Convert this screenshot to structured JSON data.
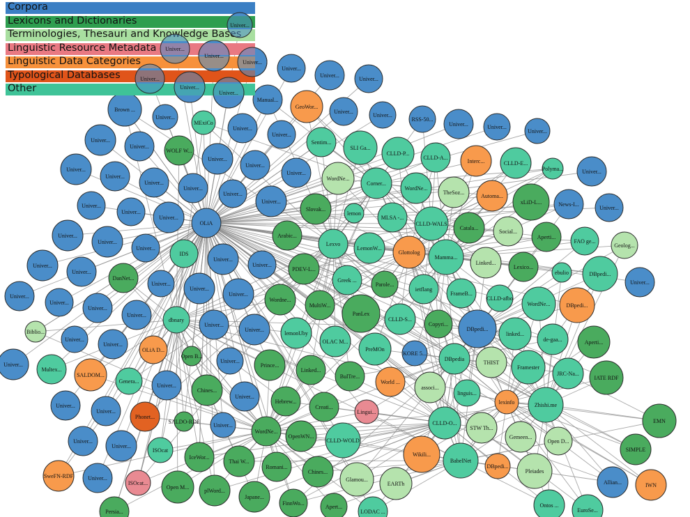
{
  "legend": [
    {
      "label": "Corpora",
      "color": "#3b7fc4"
    },
    {
      "label": "Lexicons and Dictionaries",
      "color": "#2e9e4f"
    },
    {
      "label": "Terminologies, Thesauri and Knowledge Bases",
      "color": "#a9dfa0"
    },
    {
      "label": "Linguistic Resource Metadata",
      "color": "#e97982"
    },
    {
      "label": "Linguistic Data Categories",
      "color": "#f7913b"
    },
    {
      "label": "Typological Databases",
      "color": "#e0541a"
    },
    {
      "label": "Other",
      "color": "#3fc398"
    }
  ],
  "category_colors": {
    "C": "#4a8dc9",
    "L": "#4aab5e",
    "T": "#b5e3ad",
    "M": "#e98a92",
    "D": "#f89a4c",
    "Y": "#e26222",
    "O": "#4fcb9f"
  },
  "nodes": [
    {
      "label": "OLiA",
      "cat": "C"
    },
    {
      "label": "dbnary",
      "cat": "O"
    },
    {
      "label": "DBpedia",
      "cat": "O"
    },
    {
      "label": "BabelNet",
      "cat": "O"
    },
    {
      "label": "WordNe...",
      "cat": "L"
    },
    {
      "label": "lexinfo",
      "cat": "D"
    },
    {
      "label": "Lexvo",
      "cat": "O"
    },
    {
      "label": "Glottolog",
      "cat": "D"
    },
    {
      "label": "GeoWor...",
      "cat": "D"
    },
    {
      "label": "Univer...",
      "cat": "C"
    },
    {
      "label": "Brown ...",
      "cat": "C"
    },
    {
      "label": "MExiCo",
      "cat": "O"
    },
    {
      "label": "WOLF W...",
      "cat": "L"
    },
    {
      "label": "Manual...",
      "cat": "C"
    },
    {
      "label": "Sentim...",
      "cat": "O"
    },
    {
      "label": "SLI Ga...",
      "cat": "O"
    },
    {
      "label": "CLLD-P...",
      "cat": "O"
    },
    {
      "label": "CLLD-A...",
      "cat": "O"
    },
    {
      "label": "Interc...",
      "cat": "D"
    },
    {
      "label": "CLLD-E...",
      "cat": "O"
    },
    {
      "label": "Polyma...",
      "cat": "O"
    },
    {
      "label": "RSS-50...",
      "cat": "C"
    },
    {
      "label": "WordNe...",
      "cat": "T"
    },
    {
      "label": "Corner...",
      "cat": "O"
    },
    {
      "label": "WordNe...",
      "cat": "O"
    },
    {
      "label": "TheSoz...",
      "cat": "T"
    },
    {
      "label": "Automa...",
      "cat": "D"
    },
    {
      "label": "xLiD-L...",
      "cat": "L"
    },
    {
      "label": "News-I...",
      "cat": "C"
    },
    {
      "label": "Slovak...",
      "cat": "L"
    },
    {
      "label": "lemon",
      "cat": "O"
    },
    {
      "label": "MLSA -...",
      "cat": "O"
    },
    {
      "label": "CLLD-WALS",
      "cat": "O"
    },
    {
      "label": "Catala...",
      "cat": "L"
    },
    {
      "label": "Social...",
      "cat": "T"
    },
    {
      "label": "Aperti...",
      "cat": "L"
    },
    {
      "label": "FAO ge...",
      "cat": "O"
    },
    {
      "label": "Geolog...",
      "cat": "T"
    },
    {
      "label": "Arabic...",
      "cat": "L"
    },
    {
      "label": "LemonW...",
      "cat": "O"
    },
    {
      "label": "Mamma...",
      "cat": "O"
    },
    {
      "label": "Linked...",
      "cat": "T"
    },
    {
      "label": "Lexico...",
      "cat": "L"
    },
    {
      "label": "ebulio",
      "cat": "O"
    },
    {
      "label": "DBpedi...",
      "cat": "O"
    },
    {
      "label": "IDS",
      "cat": "O"
    },
    {
      "label": "DanNet...",
      "cat": "L"
    },
    {
      "label": "PDEV-L...",
      "cat": "L"
    },
    {
      "label": "Greek ...",
      "cat": "O"
    },
    {
      "label": "Parole...",
      "cat": "L"
    },
    {
      "label": "ietflang",
      "cat": "O"
    },
    {
      "label": "FrameB...",
      "cat": "O"
    },
    {
      "label": "CLLD-afbo",
      "cat": "O"
    },
    {
      "label": "WordNe...",
      "cat": "O"
    },
    {
      "label": "DBpedi...",
      "cat": "D"
    },
    {
      "label": "Wordne...",
      "cat": "L"
    },
    {
      "label": "MultiW...",
      "cat": "L"
    },
    {
      "label": "PanLex",
      "cat": "L"
    },
    {
      "label": "CLLD-S...",
      "cat": "O"
    },
    {
      "label": "Copyri...",
      "cat": "L"
    },
    {
      "label": "DBpedi...",
      "cat": "C"
    },
    {
      "label": "linked...",
      "cat": "O"
    },
    {
      "label": "de-gaa...",
      "cat": "O"
    },
    {
      "label": "Aperti...",
      "cat": "L"
    },
    {
      "label": "Biblio...",
      "cat": "T"
    },
    {
      "label": "lemonUby",
      "cat": "O"
    },
    {
      "label": "OLAC M...",
      "cat": "O"
    },
    {
      "label": "PreMOn",
      "cat": "O"
    },
    {
      "label": "KORE 5...",
      "cat": "C"
    },
    {
      "label": "THIST",
      "cat": "T"
    },
    {
      "label": "Framester",
      "cat": "O"
    },
    {
      "label": "JRC-Na...",
      "cat": "O"
    },
    {
      "label": "IATE RDF",
      "cat": "L"
    },
    {
      "label": "OLiA D...",
      "cat": "D"
    },
    {
      "label": "Open B...",
      "cat": "L"
    },
    {
      "label": "Multex...",
      "cat": "O"
    },
    {
      "label": "SALDOM...",
      "cat": "D"
    },
    {
      "label": "Genera...",
      "cat": "O"
    },
    {
      "label": "Prince...",
      "cat": "L"
    },
    {
      "label": "Linked...",
      "cat": "L"
    },
    {
      "label": "BulTre...",
      "cat": "L"
    },
    {
      "label": "World ...",
      "cat": "D"
    },
    {
      "label": "associ...",
      "cat": "T"
    },
    {
      "label": "linguis...",
      "cat": "O"
    },
    {
      "label": "Chines...",
      "cat": "L"
    },
    {
      "label": "Hebrew...",
      "cat": "L"
    },
    {
      "label": "Lingui...",
      "cat": "M"
    },
    {
      "label": "Creati...",
      "cat": "L"
    },
    {
      "label": "Zhishi.me",
      "cat": "O"
    },
    {
      "label": "Phonet...",
      "cat": "Y"
    },
    {
      "label": "SALDO-RDF",
      "cat": "L"
    },
    {
      "label": "CLLD-O...",
      "cat": "O"
    },
    {
      "label": "STW Th...",
      "cat": "T"
    },
    {
      "label": "Gemeen...",
      "cat": "T"
    },
    {
      "label": "Open D...",
      "cat": "T"
    },
    {
      "label": "EMN",
      "cat": "L"
    },
    {
      "label": "SIMPLE",
      "cat": "L"
    },
    {
      "label": "ISOcat",
      "cat": "O"
    },
    {
      "label": "IceWor...",
      "cat": "L"
    },
    {
      "label": "OpenWN...",
      "cat": "L"
    },
    {
      "label": "CLLD-WOLD",
      "cat": "O"
    },
    {
      "label": "Wikili...",
      "cat": "D"
    },
    {
      "label": "DBpedi...",
      "cat": "D"
    },
    {
      "label": "SweFN-RDF",
      "cat": "D"
    },
    {
      "label": "ISOcat...",
      "cat": "M"
    },
    {
      "label": "Open M...",
      "cat": "L"
    },
    {
      "label": "plWord...",
      "cat": "L"
    },
    {
      "label": "Thai W...",
      "cat": "L"
    },
    {
      "label": "Romani...",
      "cat": "L"
    },
    {
      "label": "Chines...",
      "cat": "L"
    },
    {
      "label": "Glamou...",
      "cat": "T"
    },
    {
      "label": "EARTh",
      "cat": "T"
    },
    {
      "label": "Pleiades",
      "cat": "T"
    },
    {
      "label": "Allian...",
      "cat": "C"
    },
    {
      "label": "IWN",
      "cat": "D"
    },
    {
      "label": "Japane...",
      "cat": "L"
    },
    {
      "label": "FinnWo...",
      "cat": "L"
    },
    {
      "label": "Apert...",
      "cat": "L"
    },
    {
      "label": "LODAC ...",
      "cat": "O"
    },
    {
      "label": "Ontos ...",
      "cat": "O"
    },
    {
      "label": "EuroSe...",
      "cat": "O"
    },
    {
      "label": "Persia...",
      "cat": "L"
    }
  ]
}
